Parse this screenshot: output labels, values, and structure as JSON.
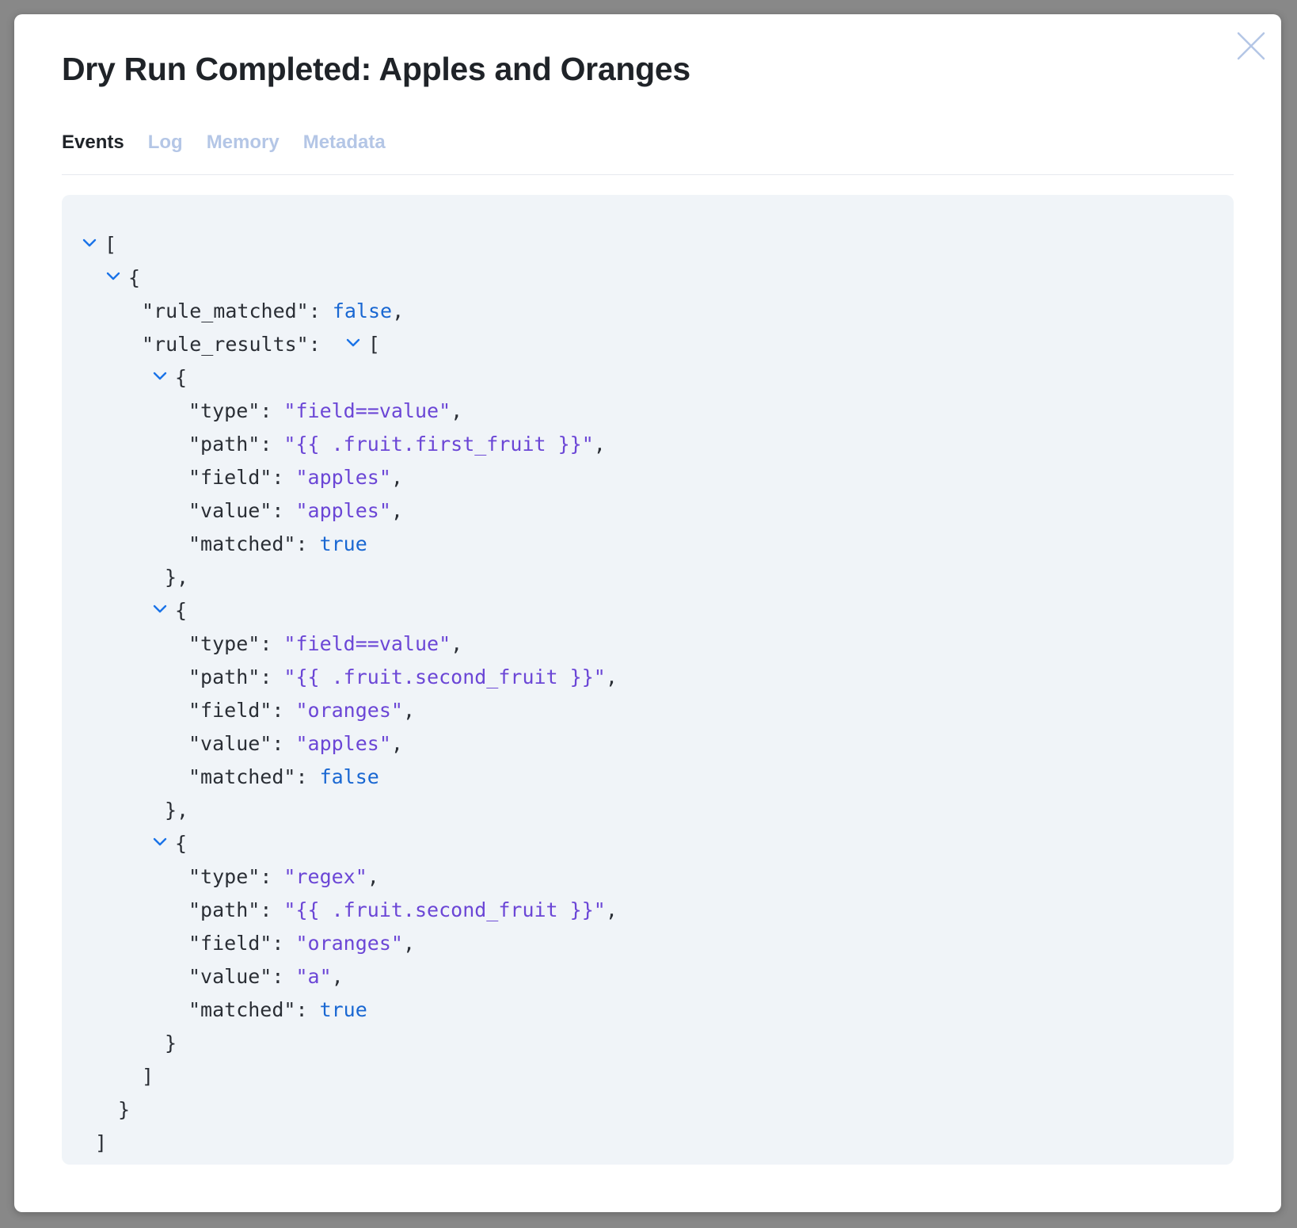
{
  "dialog": {
    "title": "Dry Run Completed: Apples and Oranges",
    "close_icon": "close-icon"
  },
  "tabs": [
    {
      "label": "Events",
      "active": true
    },
    {
      "label": "Log",
      "active": false
    },
    {
      "label": "Memory",
      "active": false
    },
    {
      "label": "Metadata",
      "active": false
    }
  ],
  "colors": {
    "string": "#6b46d6",
    "boolean": "#1967d2",
    "toggle": "#1a73e8",
    "inactive_tab": "#b4c6e6",
    "panel_background": "#f0f4f8"
  },
  "json_viewer": {
    "open_array": "[",
    "close_array": "]",
    "open_object": "{",
    "close_object": "}",
    "close_object_comma": "},",
    "event": {
      "rule_matched_key": "\"rule_matched\"",
      "rule_matched_value": "false",
      "rule_results_key": "\"rule_results\"",
      "rule_results": [
        {
          "type_key": "\"type\"",
          "type": "\"field==value\"",
          "path_key": "\"path\"",
          "path": "\"{{ .fruit.first_fruit }}\"",
          "field_key": "\"field\"",
          "field": "\"apples\"",
          "value_key": "\"value\"",
          "value": "\"apples\"",
          "matched_key": "\"matched\"",
          "matched": "true"
        },
        {
          "type_key": "\"type\"",
          "type": "\"field==value\"",
          "path_key": "\"path\"",
          "path": "\"{{ .fruit.second_fruit }}\"",
          "field_key": "\"field\"",
          "field": "\"oranges\"",
          "value_key": "\"value\"",
          "value": "\"apples\"",
          "matched_key": "\"matched\"",
          "matched": "false"
        },
        {
          "type_key": "\"type\"",
          "type": "\"regex\"",
          "path_key": "\"path\"",
          "path": "\"{{ .fruit.second_fruit }}\"",
          "field_key": "\"field\"",
          "field": "\"oranges\"",
          "value_key": "\"value\"",
          "value": "\"a\"",
          "matched_key": "\"matched\"",
          "matched": "true"
        }
      ]
    }
  }
}
